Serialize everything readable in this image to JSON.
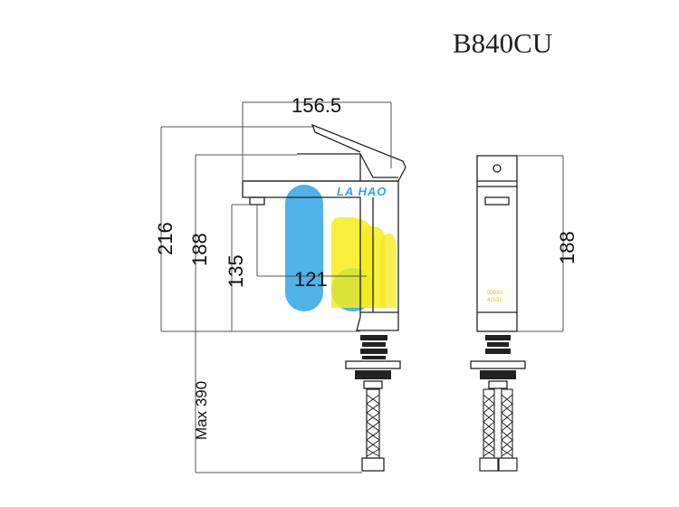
{
  "model_code": "B840CU",
  "dimensions": {
    "total_width": "156.5",
    "total_height": "216",
    "body_height": "188",
    "spout_height": "135",
    "spout_reach": "121",
    "side_height": "188",
    "hose_length": "Max 390"
  },
  "watermark": {
    "brand": "LA HAO",
    "phone_line1": "00930",
    "phone_line2": "42532",
    "colors": {
      "blue": "#1a9be0",
      "yellow": "#f5ea00"
    }
  }
}
